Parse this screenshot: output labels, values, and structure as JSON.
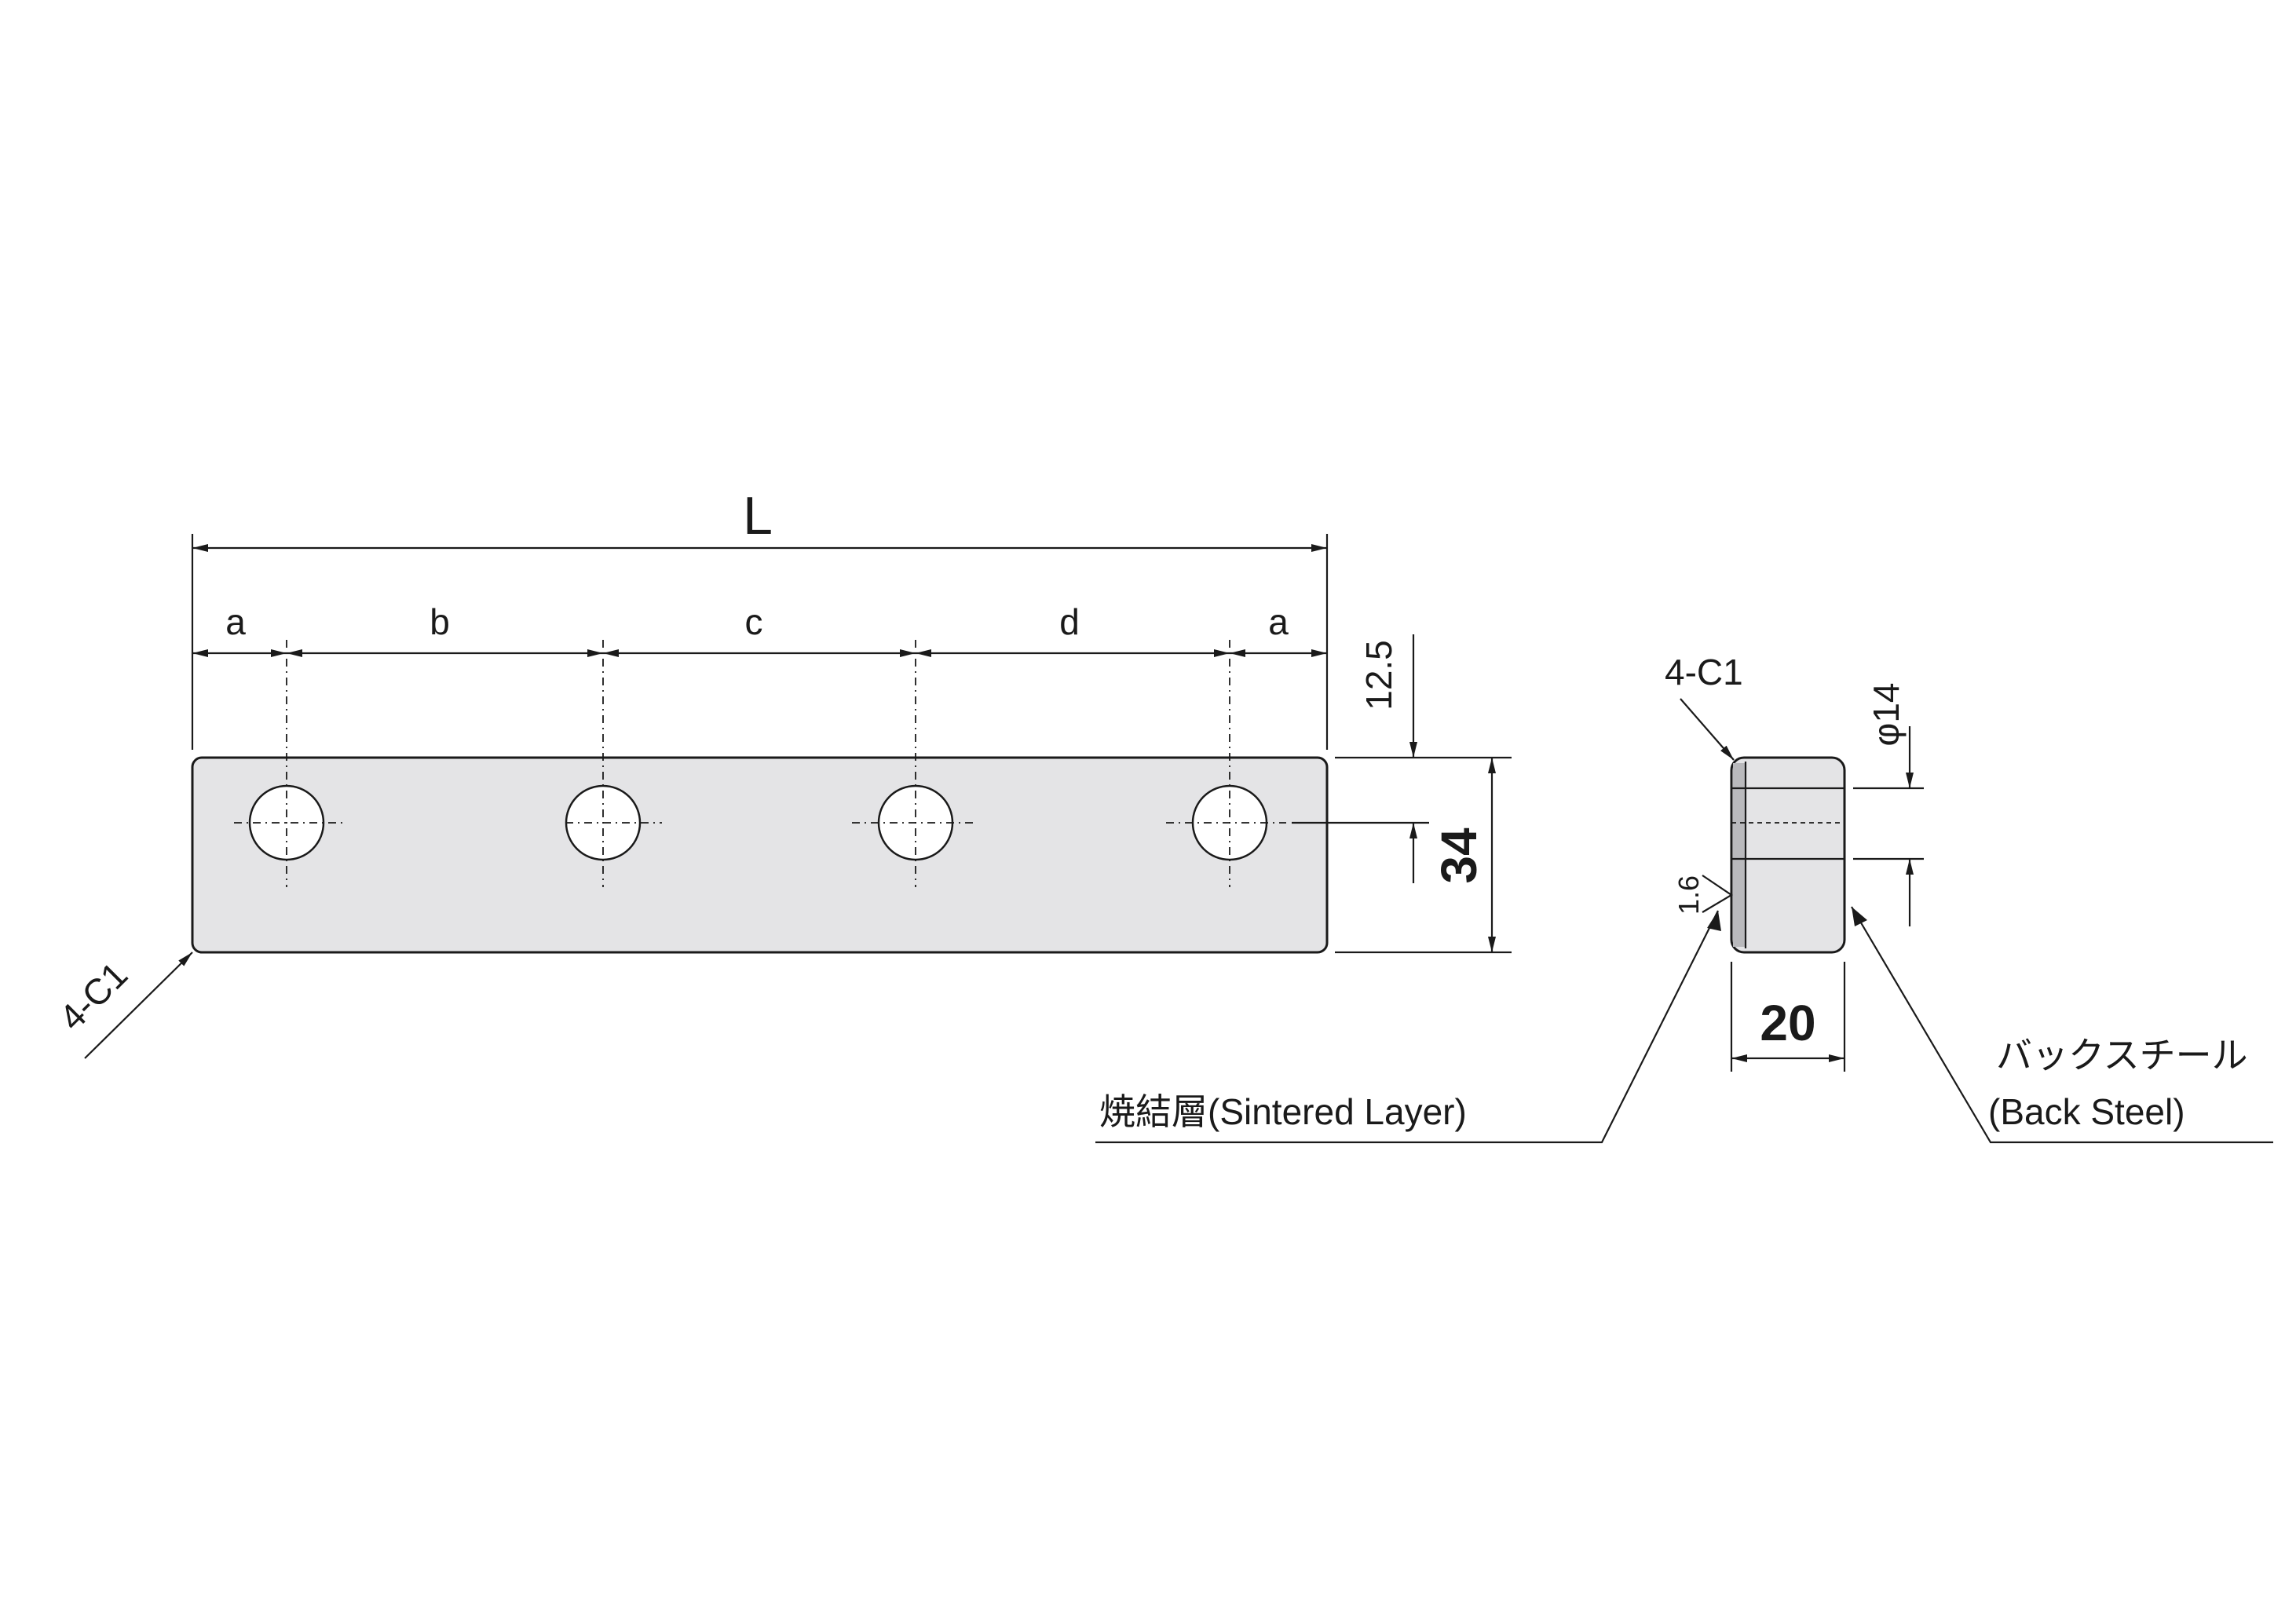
{
  "colors": {
    "plate_fill": "#e4e4e6",
    "line": "#1a1a1a",
    "sintered_fill": "#b9b9bc",
    "background": "#ffffff"
  },
  "dimensions": {
    "overall_length": "L",
    "pitch_a_left": "a",
    "pitch_b": "b",
    "pitch_c": "c",
    "pitch_d": "d",
    "pitch_a_right": "a",
    "hole_offset": "12.5",
    "height": "34",
    "thickness": "20",
    "hole_diameter": "φ14"
  },
  "annotations": {
    "chamfer_front": "4-C1",
    "chamfer_side": "4-C1",
    "surface_roughness": "1.6",
    "sintered_layer": "焼結層(Sintered Layer)",
    "back_steel_jp": "バックスチール",
    "back_steel_en": "(Back Steel)"
  }
}
